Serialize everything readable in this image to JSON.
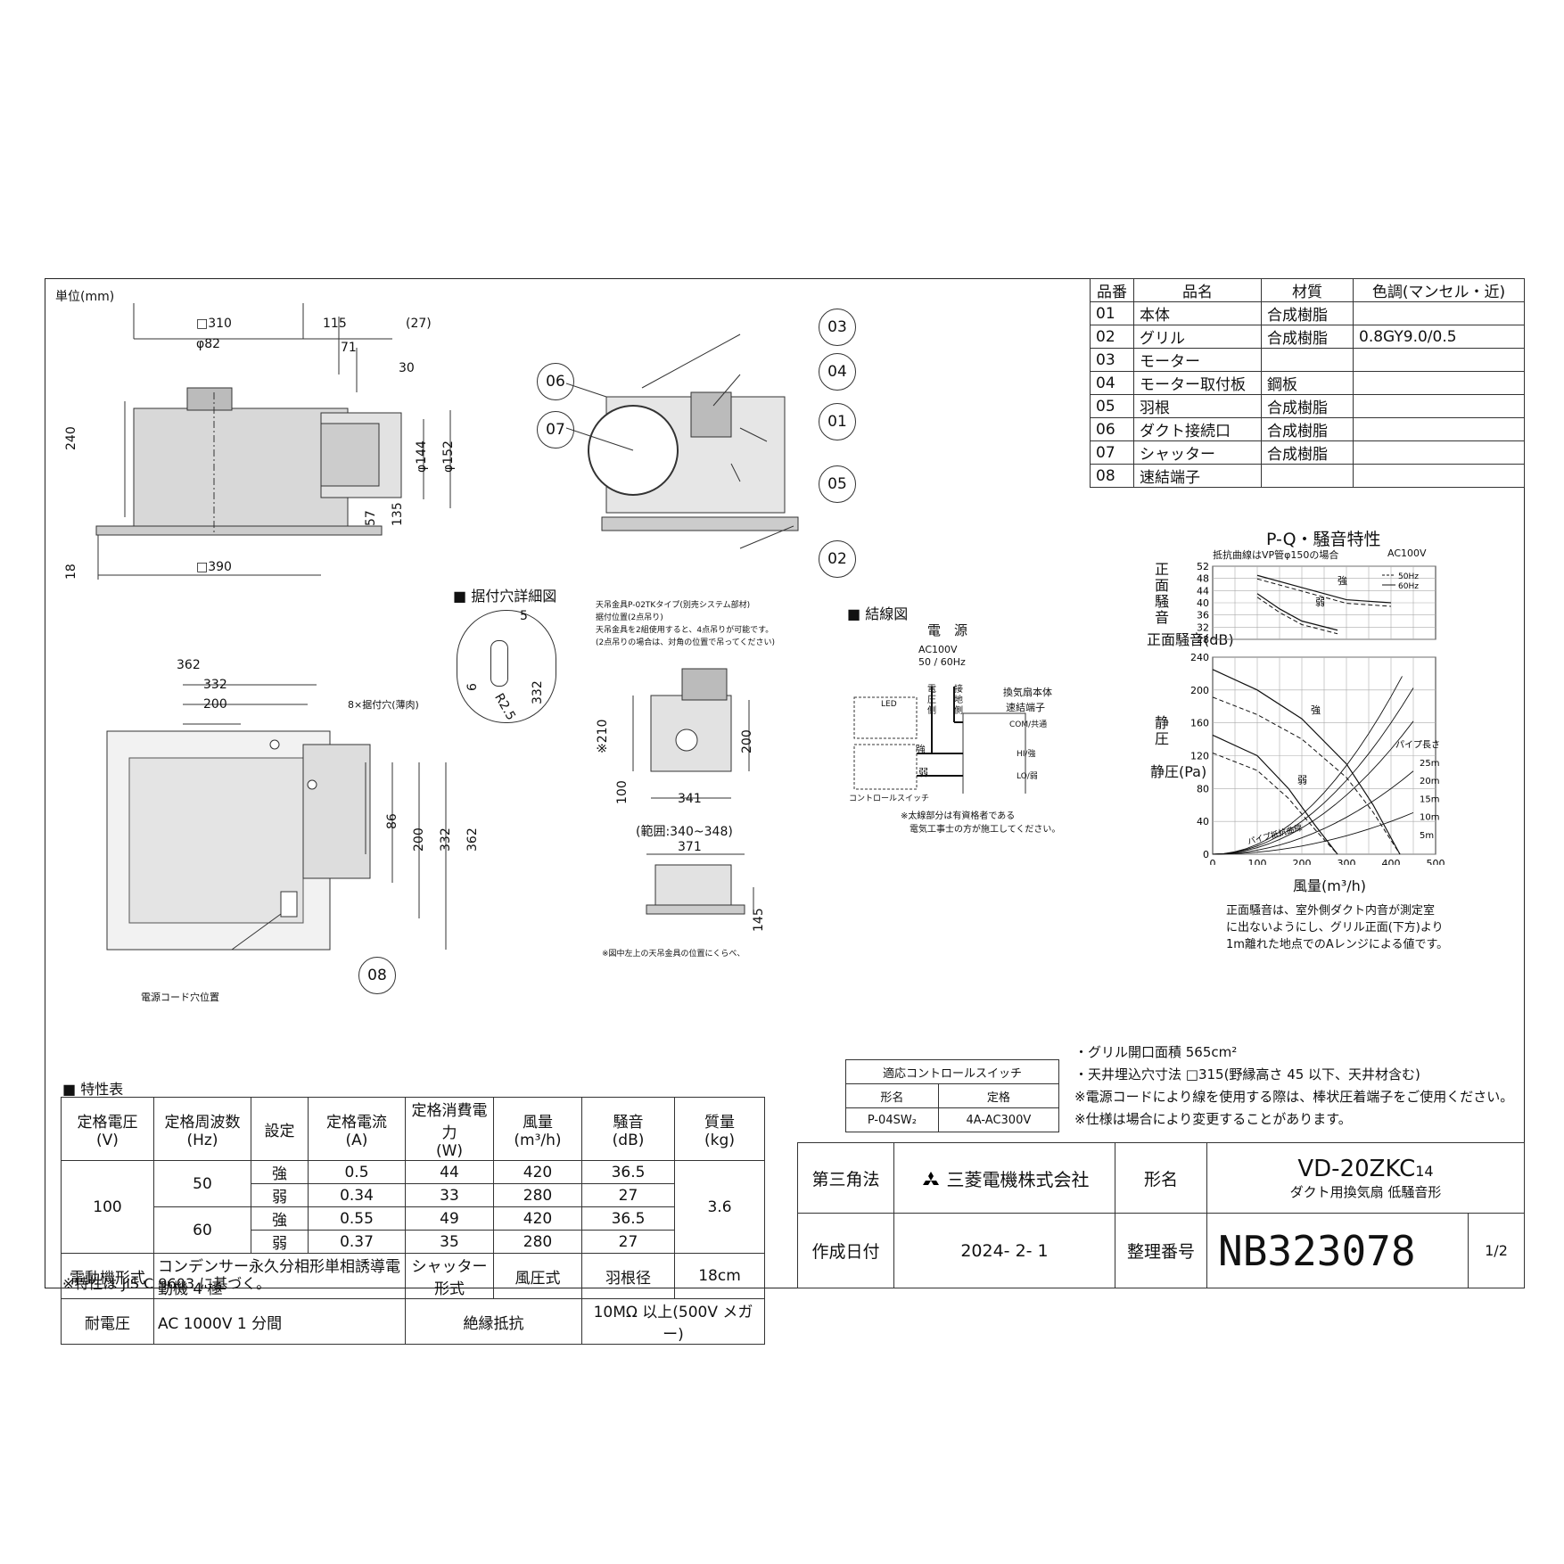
{
  "unit_label": "単位(mm)",
  "dims_top": {
    "d310": "□310",
    "d82": "φ82",
    "d115": "115",
    "d27": "(27)",
    "d71": "71",
    "d30": "30",
    "d240": "240",
    "d144": "φ144",
    "d152": "φ152",
    "d57": "57",
    "d135": "135",
    "d18": "18",
    "d390": "□390"
  },
  "callouts": [
    "03",
    "04",
    "01",
    "05",
    "06",
    "07",
    "02",
    "08"
  ],
  "parts": {
    "headers": [
      "品番",
      "品名",
      "材質",
      "色調(マンセル・近)"
    ],
    "rows": [
      [
        "01",
        "本体",
        "合成樹脂",
        ""
      ],
      [
        "02",
        "グリル",
        "合成樹脂",
        "0.8GY9.0/0.5"
      ],
      [
        "03",
        "モーター",
        "",
        ""
      ],
      [
        "04",
        "モーター取付板",
        "鋼板",
        ""
      ],
      [
        "05",
        "羽根",
        "合成樹脂",
        ""
      ],
      [
        "06",
        "ダクト接続口",
        "合成樹脂",
        ""
      ],
      [
        "07",
        "シャッター",
        "合成樹脂",
        ""
      ],
      [
        "08",
        "速結端子",
        "",
        ""
      ]
    ]
  },
  "hole_detail": {
    "title": "据付穴詳細図",
    "d5": "5",
    "d6": "6",
    "dR": "R2.5",
    "d332": "332"
  },
  "hanger": {
    "notes": [
      "天吊金具P-02TKタイプ(別売システム部材)",
      "据付位置(2点吊り)",
      "天吊金具を2組使用すると、4点吊りが可能です。",
      "(2点吊りの場合は、対角の位置で吊ってください)"
    ],
    "d210": "※210",
    "d200": "200",
    "d100": "100",
    "d341": "341",
    "range": "(範囲:340~348)",
    "d371": "371",
    "d145": "145",
    "footnote": "※図中左上の天吊金具の位置にくらべ、"
  },
  "bottom_dims": {
    "d362": "362",
    "d332": "332",
    "d200": "200",
    "hole_label": "8×据付穴(薄肉)",
    "v86": "86",
    "v200": "200",
    "v332": "332",
    "v362": "362",
    "cord": "電源コード穴位置"
  },
  "wiring": {
    "title": "結線図",
    "power": "電　源",
    "ac": "AC100V",
    "hz": "50 / 60Hz",
    "v_side": "電圧側",
    "g_side": "接地側",
    "body": "換気扇本体",
    "terminal": "速結端子",
    "com": "COM/共通",
    "hi": "HI/強",
    "lo": "LO/弱",
    "led": "LED",
    "strong": "強",
    "weak": "弱",
    "switch": "コントロールスイッチ",
    "note1": "※太線部分は有資格者である",
    "note2": "電気工事士の方が施工してください。"
  },
  "chart_data": [
    {
      "type": "line",
      "title": "P-Q・騒音特性",
      "subtitle": "抵抗曲線はVP管φ150の場合",
      "voltage": "AC100V",
      "ylabel": "正面騒音(dB)",
      "ylim": [
        28,
        52
      ],
      "yticks": [
        "52",
        "48",
        "44",
        "40",
        "36",
        "32",
        "28"
      ],
      "legend": [
        "50Hz",
        "60Hz"
      ],
      "series": [
        {
          "name": "強",
          "x": [
            100,
            200,
            300,
            400
          ],
          "y": [
            49,
            45,
            41,
            40
          ]
        },
        {
          "name": "弱",
          "x": [
            100,
            150,
            200,
            280
          ],
          "y": [
            43,
            38,
            34,
            31
          ]
        }
      ]
    },
    {
      "type": "line",
      "ylabel": "静圧(Pa)",
      "xlabel": "風量(m³/h)",
      "xlim": [
        0,
        500
      ],
      "ylim": [
        0,
        240
      ],
      "xticks": [
        "0",
        "100",
        "200",
        "300",
        "400",
        "500"
      ],
      "yticks": [
        "240",
        "200",
        "160",
        "120",
        "80",
        "40",
        "0"
      ],
      "series": [
        {
          "name": "強",
          "x": [
            0,
            100,
            200,
            300,
            360,
            420
          ],
          "y": [
            225,
            200,
            165,
            110,
            60,
            0
          ]
        },
        {
          "name": "弱",
          "x": [
            0,
            100,
            170,
            230,
            280
          ],
          "y": [
            145,
            120,
            80,
            35,
            0
          ]
        }
      ],
      "pipe_label": "パイプ長さ",
      "pipe_lengths": [
        "25m",
        "20m",
        "15m",
        "10m",
        "5m"
      ],
      "pipe_curve": "パイプ抵抗曲線"
    }
  ],
  "chart_note": [
    "正面騒音は、室外側ダクト内音が測定室",
    "に出ないようにし、グリル正面(下方)より",
    "1m離れた地点でのAレンジによる値です。"
  ],
  "control": {
    "title": "適応コントロールスイッチ",
    "h1": "形名",
    "h2": "定格",
    "v1": "P-04SW₂",
    "v2": "4A-AC300V"
  },
  "notes": [
    "・グリル開口面積 565cm²",
    "・天井埋込穴寸法 □315(野縁高さ 45 以下、天井材含む)",
    "※電源コードにより線を使用する際は、棒状圧着端子をご使用ください。",
    "※仕様は場合により変更することがあります。"
  ],
  "spec": {
    "title": "特性表",
    "headers": [
      "定格電圧\n(V)",
      "定格周波数\n(Hz)",
      "設定",
      "定格電流\n(A)",
      "定格消費電力\n(W)",
      "風量\n(m³/h)",
      "騒音\n(dB)",
      "質量\n(kg)"
    ],
    "voltage": "100",
    "hz50": "50",
    "hz60": "60",
    "mass": "3.6",
    "rows": [
      [
        "強",
        "0.5",
        "44",
        "420",
        "36.5"
      ],
      [
        "弱",
        "0.34",
        "33",
        "280",
        "27"
      ],
      [
        "強",
        "0.55",
        "49",
        "420",
        "36.5"
      ],
      [
        "弱",
        "0.37",
        "35",
        "280",
        "27"
      ]
    ],
    "motor_label": "電動機形式",
    "motor": "コンデンサー永久分相形単相誘導電動機 4 極",
    "shutter_label": "シャッター形式",
    "shutter": "風圧式",
    "blade_label": "羽根径",
    "blade": "18cm",
    "withstand_label": "耐電圧",
    "withstand": "AC 1000V 1 分間",
    "insul_label": "絶縁抵抗",
    "insul": "10MΩ 以上(500V メガー)",
    "footnote": "※特性は JIS C 9603 に基づく。"
  },
  "title_block": {
    "projection": "第三角法",
    "company": "三菱電機株式会社",
    "model_label": "形名",
    "model": "VD-20ZKC",
    "model_sub": "14",
    "desc": "ダクト用換気扇 低騒音形",
    "date_label": "作成日付",
    "date": "2024- 2- 1",
    "ref_label": "整理番号",
    "ref": "NB323078",
    "page": "1/2"
  }
}
